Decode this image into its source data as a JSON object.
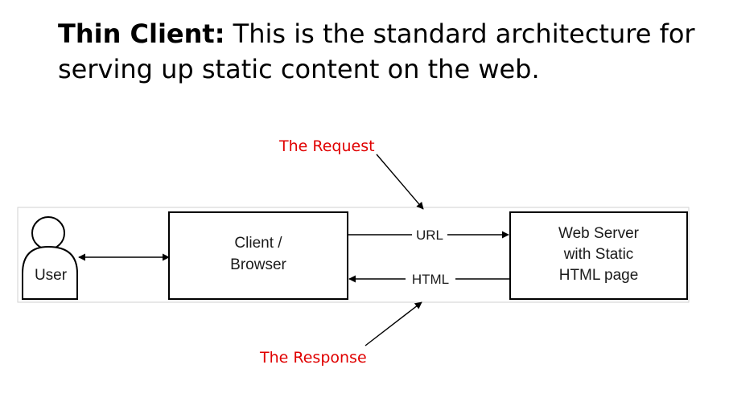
{
  "slide": {
    "title_lead": "Thin Client:",
    "title_rest": " This is the standard architecture for serving up static content on the web."
  },
  "diagram": {
    "user": {
      "label": "User",
      "icon": "user-icon"
    },
    "client": {
      "line1": "Client /",
      "line2": "Browser"
    },
    "server": {
      "line1": "Web Server",
      "line2": "with Static",
      "line3": "HTML page"
    },
    "edges": {
      "request_label": "URL",
      "response_label": "HTML"
    },
    "annotations": {
      "request": "The Request",
      "response": "The Response",
      "color": "#e00000"
    }
  }
}
